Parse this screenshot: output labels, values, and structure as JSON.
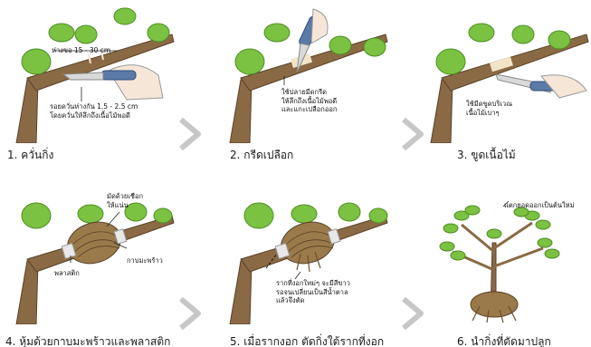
{
  "colors": {
    "bark": "#8a6a44",
    "bark_dark": "#6b4f2e",
    "leaf": "#7cc242",
    "leaf_dark": "#4d8f21",
    "arrow": "#c7c7c7",
    "knife_handle": "#5b7aa8",
    "skin": "#f6e6d8",
    "coir": "#9a7a4a",
    "plastic": "#e8e8e8"
  },
  "steps": [
    {
      "caption": "1. ควั่นกิ่ง",
      "notes": [
        "ห่างขอ 15 - 30 cm",
        "รอยควั่นห่างกัน 1.5 - 2.5 cm\nโดยควั่นให้ลึกถึงเนื้อไม้พอดี"
      ],
      "icon": "knife-ring-cut-icon"
    },
    {
      "caption": "2. กรีดเปลือก",
      "notes": [
        "ใช้ปลายมีดกรีด\nให้ลึกถึงเนื้อไม้พอดี\nและแกะเปลือกออก"
      ],
      "icon": "knife-slit-icon"
    },
    {
      "caption": "3. ขูดเนื้อไม้",
      "notes": [
        "ใช้มีดขูดบริเวณ\nเนื้อไม้เบาๆ"
      ],
      "icon": "knife-scrape-icon"
    },
    {
      "caption": "4. หุ้มด้วยกาบมะพร้าวและพลาสติก",
      "notes": [
        "มัดด้วยเชือก\nให้แน่น",
        "กาบมะพร้าว",
        "พลาสติก"
      ],
      "icon": "coconut-husk-wrap-icon"
    },
    {
      "caption": "5. เมื่อรากงอก ตัดกิ่งใต้รากที่งอก",
      "notes": [
        "รากที่งอกใหม่ๆ จะมีสีขาว\nรอจนเปลี่ยนเป็นสีน้ำตาล\nแล้วจึงตัด"
      ],
      "icon": "rooted-wrap-icon"
    },
    {
      "caption": "6. นำกิ่งที่ตัดมาปลูก",
      "notes": [
        "แตกยอดออกเป็นต้นใหม่"
      ],
      "icon": "new-plant-icon"
    }
  ],
  "arrows": [
    "arrow-right-icon",
    "arrow-right-icon",
    "arrow-right-icon",
    "arrow-right-icon"
  ]
}
